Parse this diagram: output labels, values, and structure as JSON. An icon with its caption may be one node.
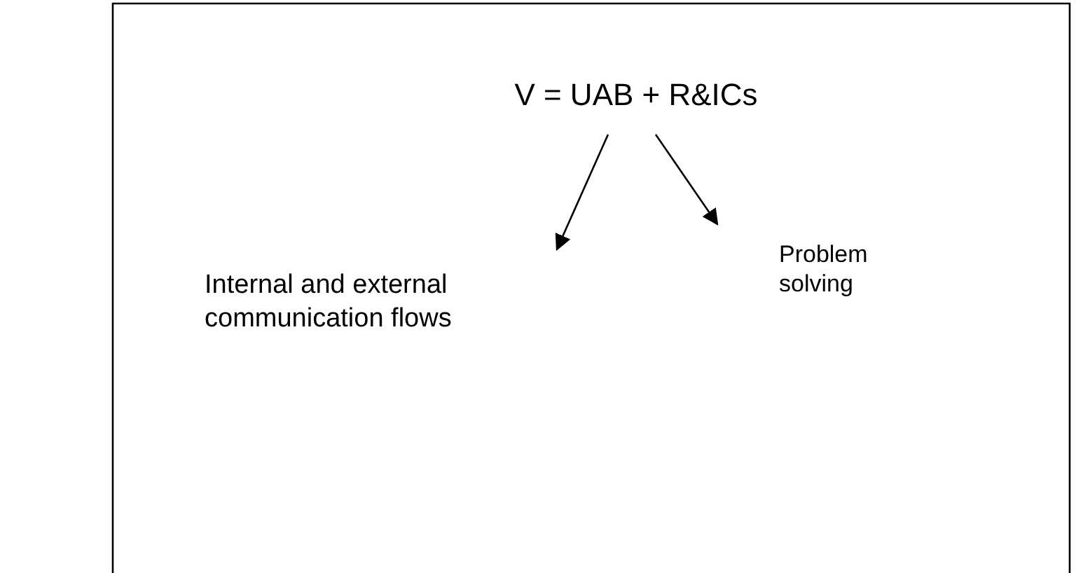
{
  "diagram": {
    "nodes": [
      {
        "text": [
          "V = UAB + R&ICs"
        ]
      },
      {
        "text": [
          "Internal and external communication flows"
        ]
      },
      {
        "text": [
          "Problem solving"
        ]
      }
    ],
    "edges": [
      {
        "from": 0,
        "to": 1,
        "arrow": "to"
      },
      {
        "from": 0,
        "to": 2,
        "arrow": "to"
      }
    ]
  }
}
